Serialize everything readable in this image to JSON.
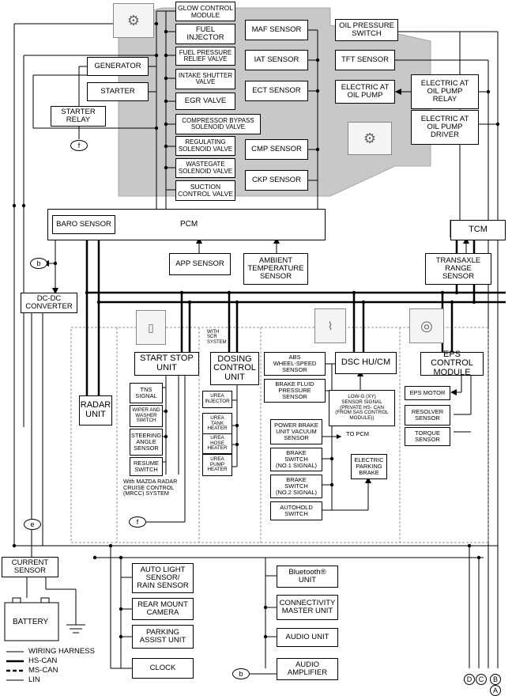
{
  "engine": {
    "glow": "GLOW CONTROL\nMODULE",
    "injector": "FUEL\nINJECTOR",
    "fprv": "FUEL PRESSURE\nRELIEF VALVE",
    "intake": "INTAKE SHUTTER\nVALVE",
    "egr": "EGR VALVE",
    "cbsv": "COMPRESSOR BYPASS\nSOLENOID VALVE",
    "regsv": "REGULATING\nSOLENOID VALVE",
    "wgsv": "WASTEGATE\nSOLENOID VALVE",
    "scv": "SUCTION\nCONTROL VALVE",
    "maf": "MAF SENSOR",
    "iat": "IAT SENSOR",
    "ect": "ECT SENSOR",
    "cmp": "CMP SENSOR",
    "ckp": "CKP SENSOR"
  },
  "trans": {
    "ops": "OIL PRESSURE\nSWITCH",
    "tft": "TFT SENSOR",
    "atpump": "ELECTRIC AT\nOIL PUMP",
    "relay": "ELECTRIC AT\nOIL PUMP\nRELAY",
    "driver": "ELECTRIC AT\nOIL PUMP\nDRIVER"
  },
  "power": {
    "generator": "GENERATOR",
    "starter": "STARTER",
    "starter_relay": "STARTER\nRELAY",
    "dcdc": "DC-DC\nCONVERTER",
    "current": "CURRENT\nSENSOR",
    "battery": "BATTERY"
  },
  "pcm": {
    "label": "PCM",
    "baro": "BARO SENSOR"
  },
  "tcm": {
    "label": "TCM"
  },
  "sensors": {
    "app": "APP SENSOR",
    "ambient": "AMBIENT\nTEMPERATURE\nSENSOR",
    "trs": "TRANSAXLE\nRANGE\nSENSOR"
  },
  "radar": "RADAR\nUNIT",
  "startstop": {
    "label": "START STOP\nUNIT",
    "tns": "TNS\nSIGNAL",
    "wiper": "WIPER AND\nWASHER\nSWITCH",
    "steer": "STEERING\nANGLE\nSENSOR",
    "resume": "RESUME\nSWITCH",
    "note": "With MAZDA RADAR\nCRUISE CONTROL\n(MRCC) SYSTEM"
  },
  "dosing": {
    "note": "WITH\nSCR\nSYSTEM",
    "label": "DOSING\nCONTROL\nUNIT",
    "injector": "UREA\nINJECTOR",
    "tank": "UREA\nTANK\nHEATER",
    "hose": "UREA\nHOSE\nHEATER",
    "pump": "UREA\nPUMP\nHEATER"
  },
  "dsc": {
    "label": "DSC HU/CM",
    "abs": "ABS\nWHEEL-SPEED\nSENSOR",
    "bfp": "BRAKE FLUID\nPRESSURE\nSENSOR",
    "lowg": "LOW-G (XY)\nSENSOR SIGNAL\n(PRIVATE HS- CAN\n(FROM SAS CONTROL\nMODULE))",
    "pbv": "POWER BRAKE\nUNIT VACUUM\nSENSOR",
    "topcm": "TO PCM",
    "bs1": "BRAKE\nSWITCH\n(NO.1 SIGNAL)",
    "bs2": "BRAKE\nSWITCH\n(NO.2 SIGNAL)",
    "autohold": "AUTOHOLD\nSWITCH",
    "epb": "ELECTRIC\nPARKING\nBRAKE"
  },
  "eps": {
    "label": "EPS CONTROL\nMODULE",
    "motor": "EPS MOTOR",
    "resolver": "RESOLVER\nSENSOR",
    "torque": "TORQUE\nSENSOR"
  },
  "body": {
    "autolight": "AUTO LIGHT\nSENSOR/\nRAIN SENSOR",
    "camera": "REAR MOUNT\nCAMERA",
    "parking": "PARKING\nASSIST UNIT",
    "clock": "CLOCK",
    "bt": "Bluetooth®\nUNIT",
    "cmu": "CONNECTIVITY\nMASTER UNIT",
    "audio": "AUDIO UNIT",
    "amp": "AUDIO\nAMPLIFIER"
  },
  "refs": {
    "b": "b",
    "e": "e",
    "f": "f"
  },
  "connectors": {
    "d": "D",
    "c": "C",
    "b": "B",
    "a": "A"
  },
  "legend": {
    "wiring": "WIRING HARNESS",
    "hs": "HS-CAN",
    "ms": "MS-CAN",
    "lin": "LIN"
  },
  "colors": {
    "engine_bay": "#c8c8c8",
    "line": "#000000"
  }
}
